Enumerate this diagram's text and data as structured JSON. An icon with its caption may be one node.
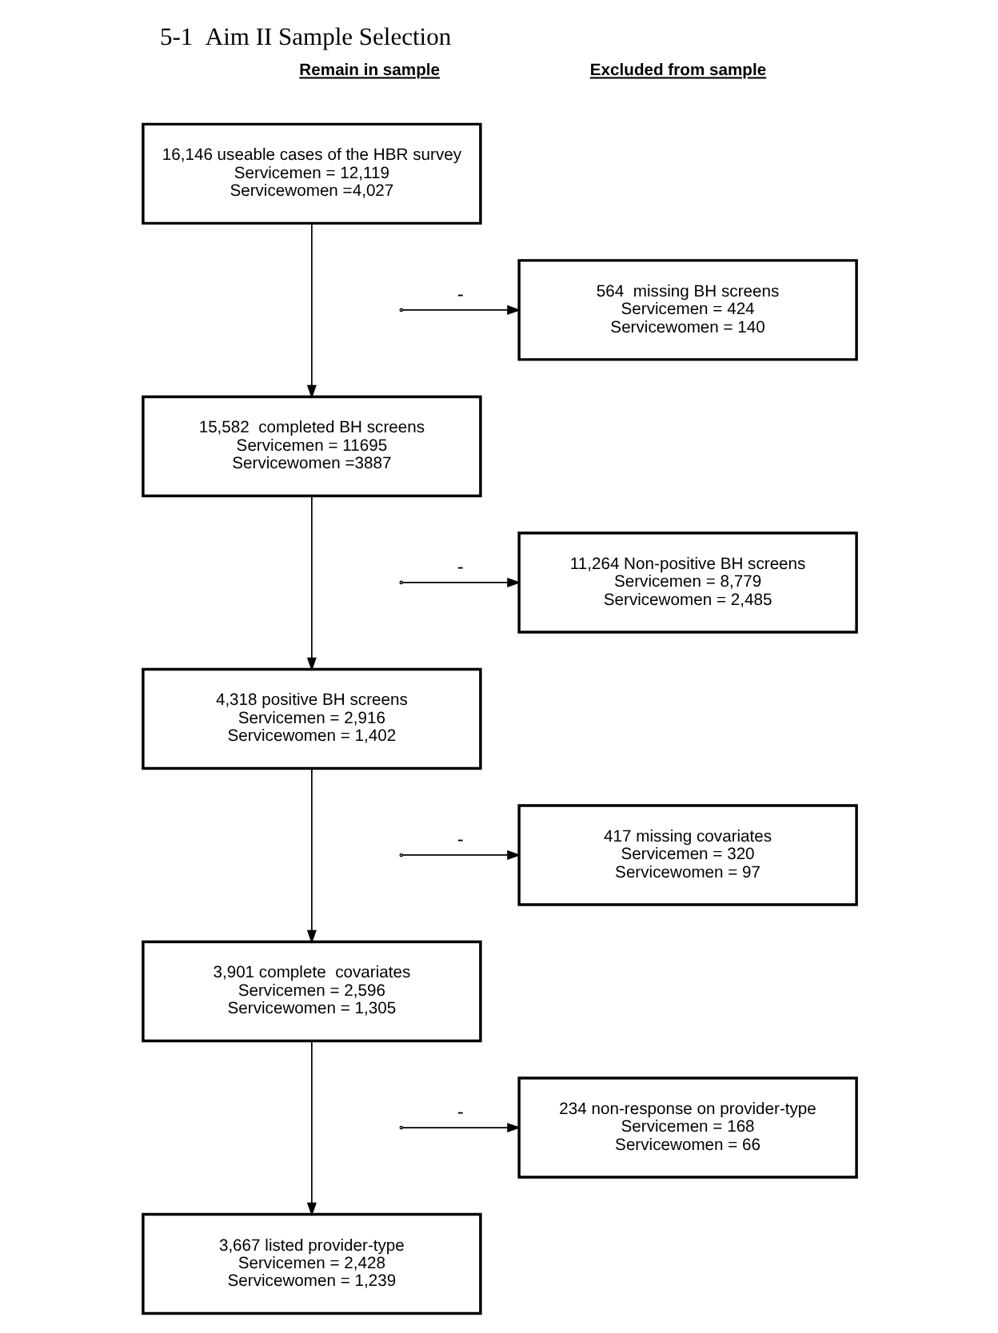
{
  "diagram": {
    "title": "5-1  Aim II Sample Selection",
    "nodes": [
      {
        "text": [
          "16,146 useable cases of the HBR survey",
          "Servicemen = 12,119",
          "Servicewomen =4,027"
        ]
      },
      {
        "text": [
          "564  missing BH screens",
          "Servicemen = 424",
          "Servicewomen = 140"
        ]
      },
      {
        "text": [
          "15,582  completed BH screens",
          "Servicemen = 11695",
          "Servicewomen =3887"
        ]
      },
      {
        "text": [
          "11,264 Non-positive BH screens",
          "Servicemen = 8,779",
          "Servicewomen = 2,485"
        ]
      },
      {
        "text": [
          "4,318 positive BH screens",
          "Servicemen = 2,916",
          "Servicewomen = 1,402"
        ]
      },
      {
        "text": [
          "417 missing covariates",
          "Servicemen = 320",
          "Servicewomen = 97"
        ]
      },
      {
        "text": [
          "3,901 complete  covariates",
          "Servicemen = 2,596",
          "Servicewomen = 1,305"
        ]
      },
      {
        "text": [
          "234 non-response on provider-type",
          "Servicemen = 168",
          "Servicewomen = 66"
        ]
      },
      {
        "text": [
          "3,667 listed provider-type",
          "Servicemen = 2,428",
          "Servicewomen = 1,239"
        ]
      }
    ],
    "edges": [
      {
        "from": 0,
        "to": 2,
        "arrow": "to"
      },
      {
        "from": null,
        "to": 1,
        "arrow": "to",
        "label": "-"
      },
      {
        "from": 2,
        "to": 4,
        "arrow": "to"
      },
      {
        "from": null,
        "to": 3,
        "arrow": "to",
        "label": "-"
      },
      {
        "from": 4,
        "to": 6,
        "arrow": "to"
      },
      {
        "from": null,
        "to": 5,
        "arrow": "to",
        "label": "-"
      },
      {
        "from": 6,
        "to": 8,
        "arrow": "to"
      },
      {
        "from": null,
        "to": 7,
        "arrow": "to",
        "label": "-"
      }
    ],
    "labels": [
      "Remain in sample",
      "Excluded from sample"
    ]
  }
}
